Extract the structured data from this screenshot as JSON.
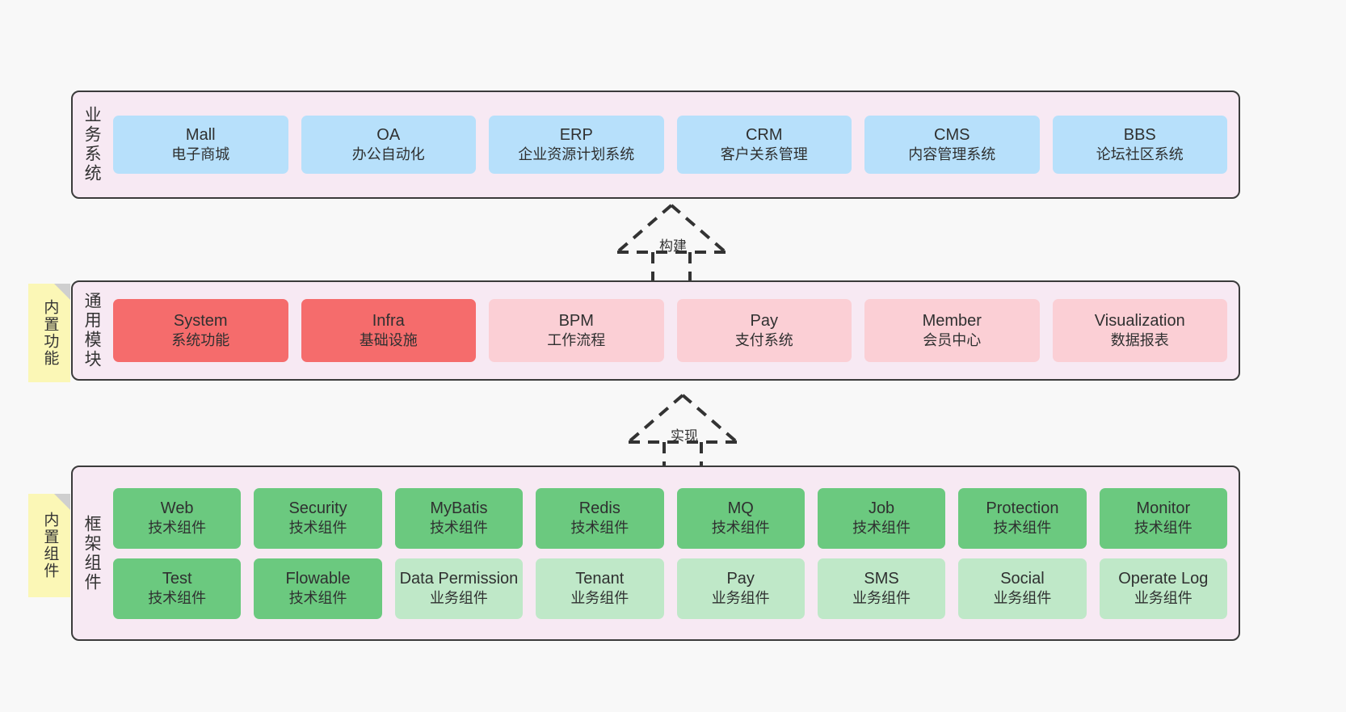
{
  "diagram": {
    "layers": [
      {
        "key": "business",
        "title": "业务系统",
        "rows": [
          [
            {
              "en": "Mall",
              "cn": "电子商城",
              "color": "#b7e0fb"
            },
            {
              "en": "OA",
              "cn": "办公自动化",
              "color": "#b7e0fb"
            },
            {
              "en": "ERP",
              "cn": "企业资源计划系统",
              "color": "#b7e0fb"
            },
            {
              "en": "CRM",
              "cn": "客户关系管理",
              "color": "#b7e0fb"
            },
            {
              "en": "CMS",
              "cn": "内容管理系统",
              "color": "#b7e0fb"
            },
            {
              "en": "BBS",
              "cn": "论坛社区系统",
              "color": "#b7e0fb"
            }
          ]
        ]
      },
      {
        "key": "common",
        "title": "通用模块",
        "rows": [
          [
            {
              "en": "System",
              "cn": "系统功能",
              "color": "#f56c6c"
            },
            {
              "en": "Infra",
              "cn": "基础设施",
              "color": "#f56c6c"
            },
            {
              "en": "BPM",
              "cn": "工作流程",
              "color": "#fbcfd5"
            },
            {
              "en": "Pay",
              "cn": "支付系统",
              "color": "#fbcfd5"
            },
            {
              "en": "Member",
              "cn": "会员中心",
              "color": "#fbcfd5"
            },
            {
              "en": "Visualization",
              "cn": "数据报表",
              "color": "#fbcfd5"
            }
          ]
        ]
      },
      {
        "key": "framework",
        "title": "框架组件",
        "rows": [
          [
            {
              "en": "Web",
              "cn": "技术组件",
              "color": "#6bc97f"
            },
            {
              "en": "Security",
              "cn": "技术组件",
              "color": "#6bc97f"
            },
            {
              "en": "MyBatis",
              "cn": "技术组件",
              "color": "#6bc97f"
            },
            {
              "en": "Redis",
              "cn": "技术组件",
              "color": "#6bc97f"
            },
            {
              "en": "MQ",
              "cn": "技术组件",
              "color": "#6bc97f"
            },
            {
              "en": "Job",
              "cn": "技术组件",
              "color": "#6bc97f"
            },
            {
              "en": "Protection",
              "cn": "技术组件",
              "color": "#6bc97f"
            },
            {
              "en": "Monitor",
              "cn": "技术组件",
              "color": "#6bc97f"
            }
          ],
          [
            {
              "en": "Test",
              "cn": "技术组件",
              "color": "#6bc97f"
            },
            {
              "en": "Flowable",
              "cn": "技术组件",
              "color": "#6bc97f"
            },
            {
              "en": "Data Permission",
              "cn": "业务组件",
              "color": "#bfe8c8"
            },
            {
              "en": "Tenant",
              "cn": "业务组件",
              "color": "#bfe8c8"
            },
            {
              "en": "Pay",
              "cn": "业务组件",
              "color": "#bfe8c8"
            },
            {
              "en": "SMS",
              "cn": "业务组件",
              "color": "#bfe8c8"
            },
            {
              "en": "Social",
              "cn": "业务组件",
              "color": "#bfe8c8"
            },
            {
              "en": "Operate Log",
              "cn": "业务组件",
              "color": "#bfe8c8"
            }
          ]
        ]
      }
    ],
    "notes": [
      {
        "key": "builtin-func",
        "text": "内置功能"
      },
      {
        "key": "builtin-comp",
        "text": "内置组件"
      }
    ],
    "arrows": [
      {
        "key": "build",
        "label": "构建"
      },
      {
        "key": "impl",
        "label": "实现"
      }
    ],
    "colors": {
      "canvas": "#f8f8f8",
      "layer_background": "#f7e9f3",
      "layer_border": "#3b3b3b",
      "business_box": "#b7e0fb",
      "common_primary_box": "#f56c6c",
      "common_secondary_box": "#fbcfd5",
      "framework_tech_box": "#6bc97f",
      "framework_biz_box": "#bfe8c8",
      "note_background": "#fbf7b6",
      "note_fold": "#cfcfcf",
      "text": "#2f3030",
      "arrow": "#333333"
    }
  }
}
